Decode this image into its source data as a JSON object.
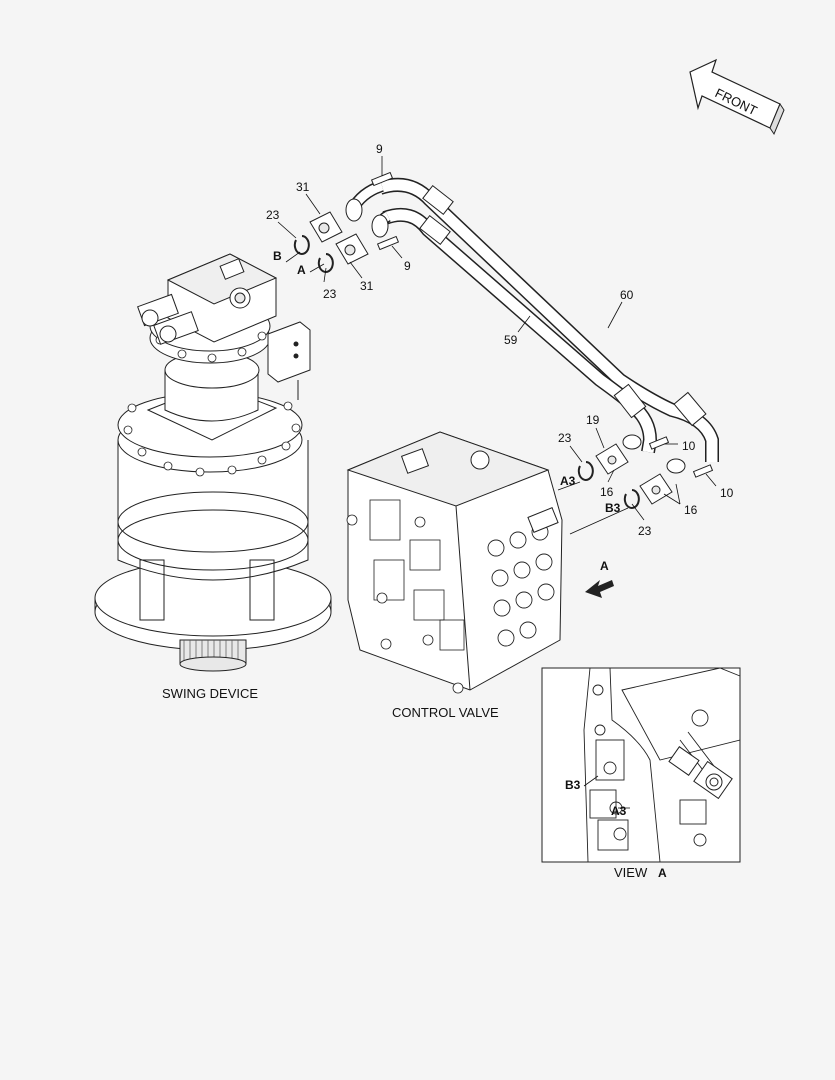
{
  "front_label": "FRONT",
  "captions": {
    "swing_device": "SWING DEVICE",
    "control_valve": "CONTROL VALVE",
    "view": "VIEW",
    "view_letter": "A"
  },
  "port_labels": {
    "a": "A",
    "b": "B",
    "a3": "A3",
    "b3": "B3",
    "view_arrow": "A",
    "inset_a3": "A3",
    "inset_b3": "B3"
  },
  "part_numbers": {
    "p9_top": "9",
    "p9_mid": "9",
    "p31_top": "31",
    "p31_bottom": "31",
    "p23_top": "23",
    "p23_bottom": "23",
    "p60": "60",
    "p59": "59",
    "p19": "19",
    "p23_valve_top": "23",
    "p16_left": "16",
    "p10_upper": "10",
    "p10_lower": "10",
    "p16_right": "16",
    "p23_valve_bottom": "23"
  },
  "colors": {
    "line": "#222222",
    "background": "#f5f5f5",
    "part_fill": "#ffffff"
  }
}
